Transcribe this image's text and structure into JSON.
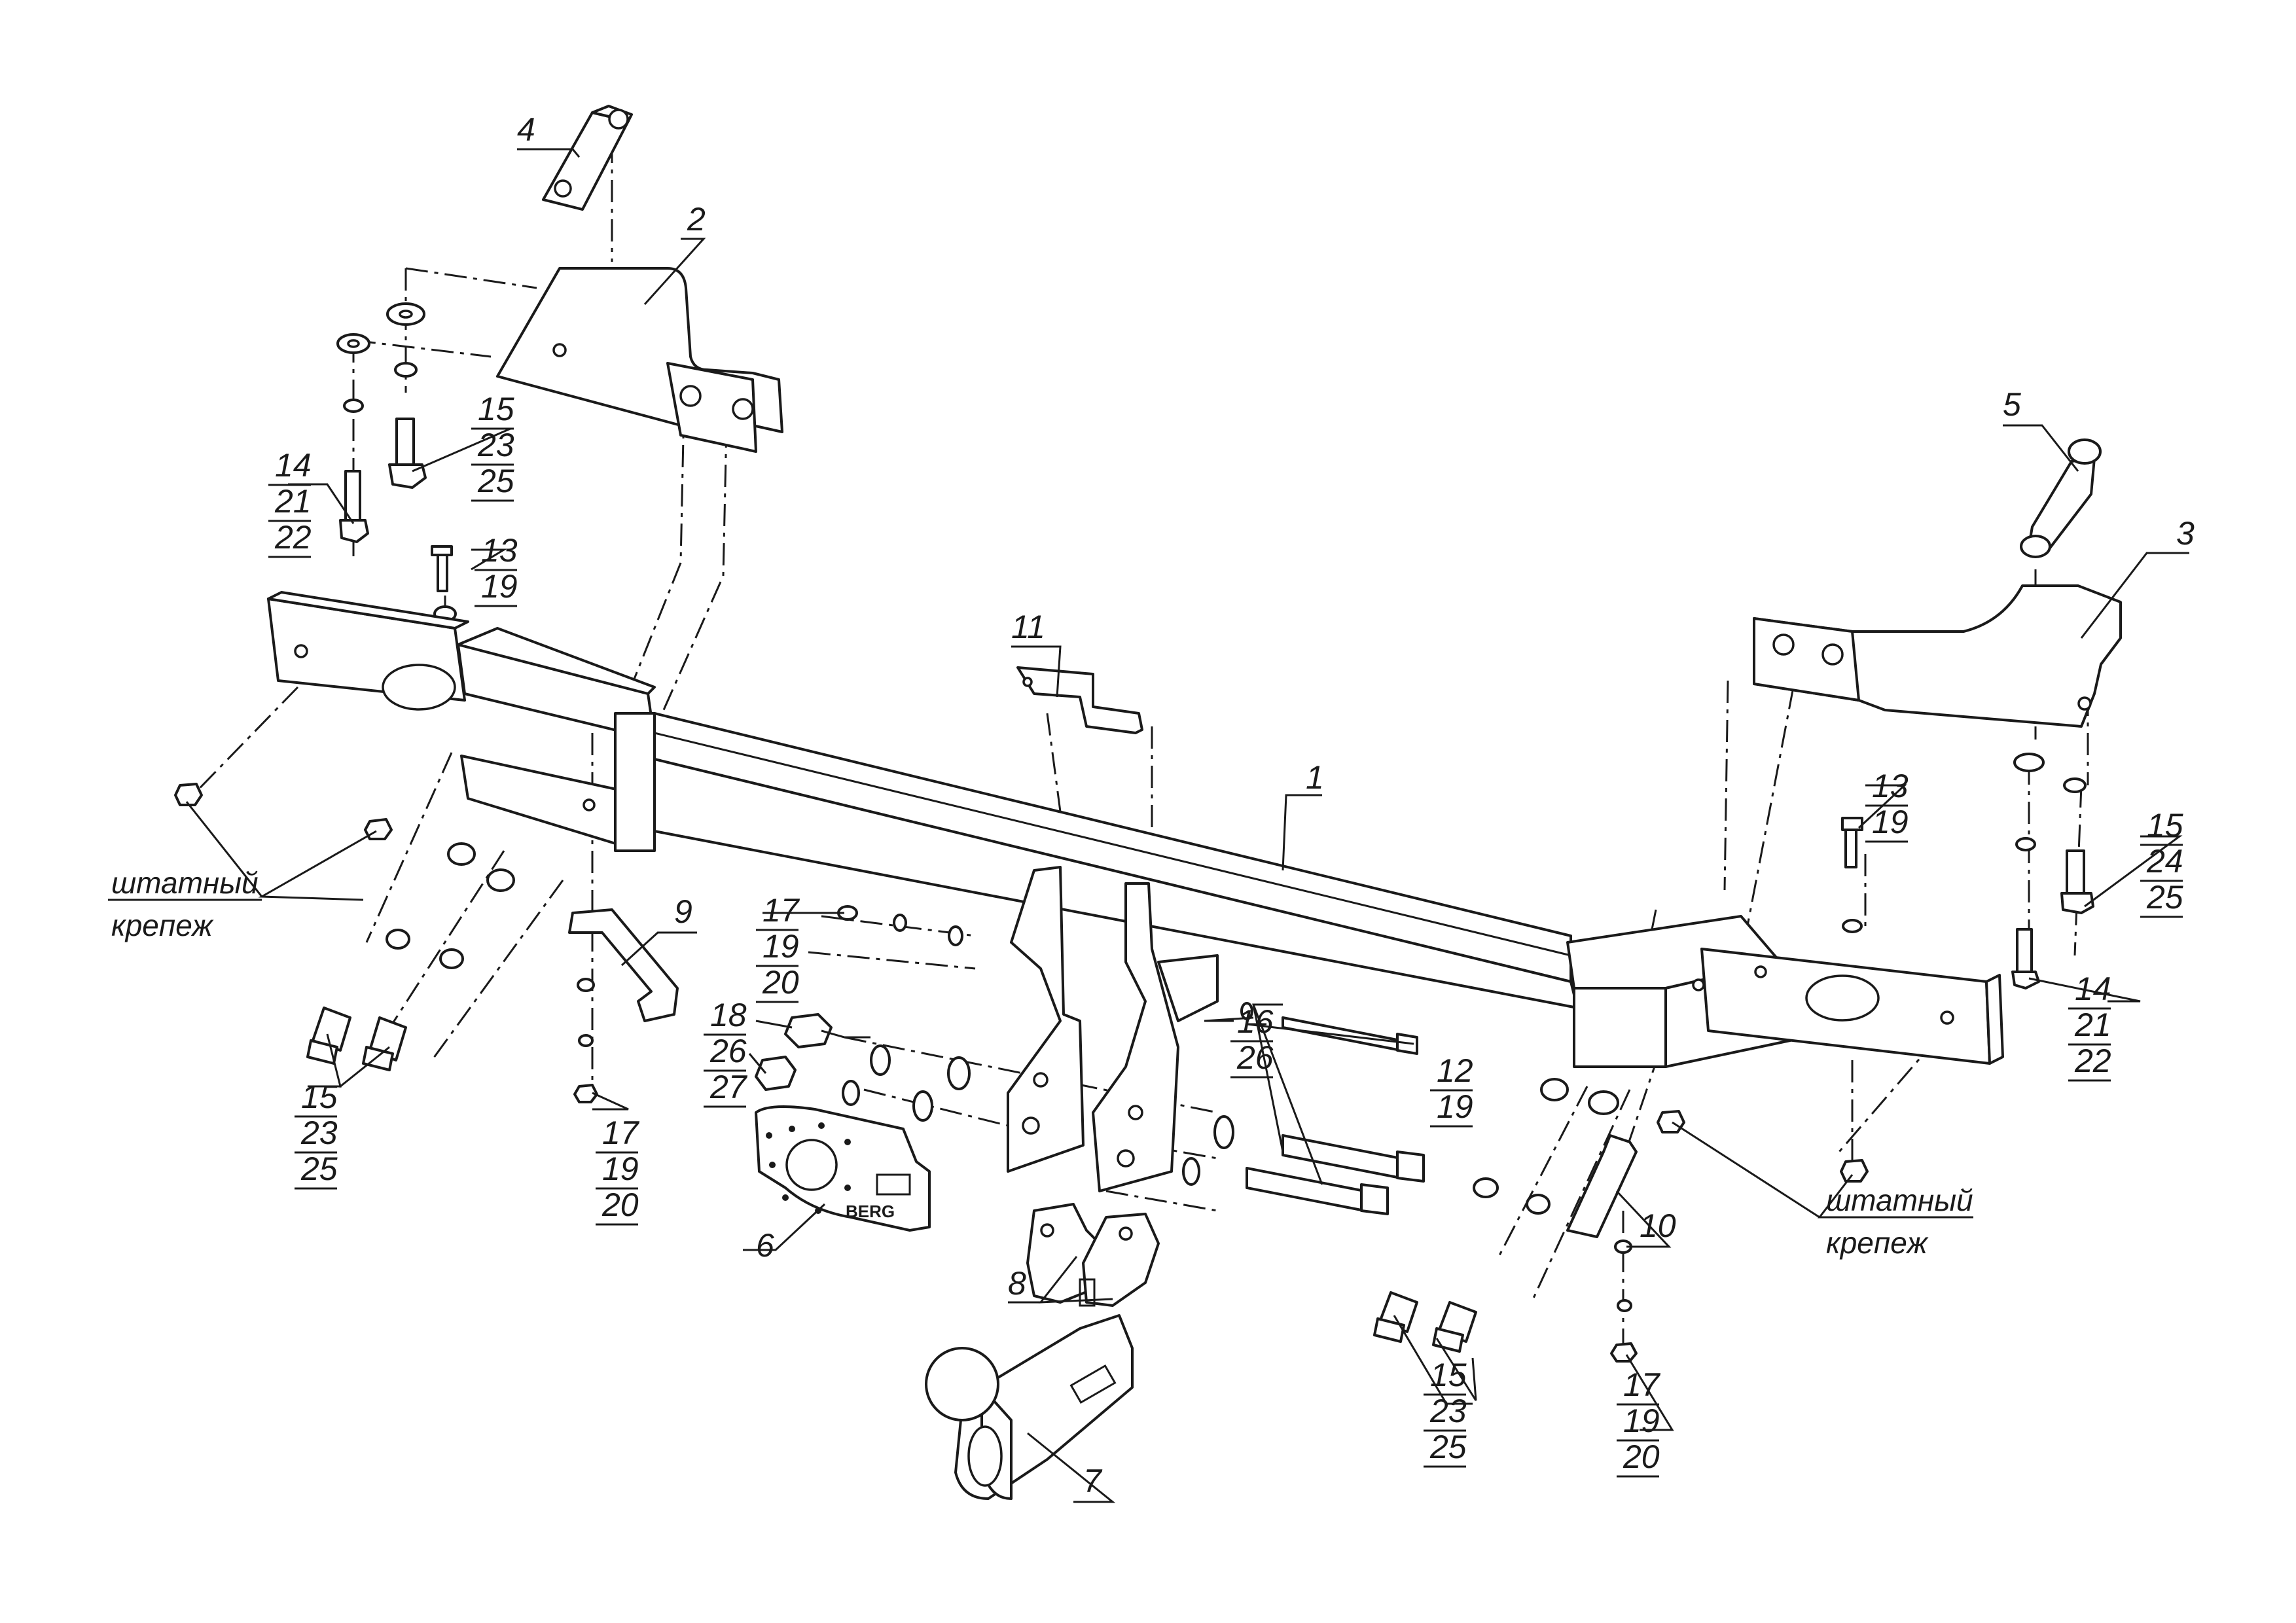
{
  "labels": {
    "p1": "1",
    "p2": "2",
    "p3": "3",
    "p4": "4",
    "p5": "5",
    "p6": "6",
    "p7": "7",
    "p8": "8",
    "p9": "9",
    "p10": "10",
    "p11": "11",
    "p12": [
      "12",
      "19"
    ],
    "p13a": [
      "13",
      "19"
    ],
    "p13b": [
      "13",
      "19"
    ],
    "p14a": [
      "14",
      "21",
      "22"
    ],
    "p14b": [
      "14",
      "21",
      "22"
    ],
    "p15a": [
      "15",
      "23",
      "25"
    ],
    "p15b": [
      "15",
      "24",
      "25"
    ],
    "p15c": [
      "15",
      "23",
      "25"
    ],
    "p15d": [
      "15",
      "23",
      "25"
    ],
    "p16": [
      "16",
      "26"
    ],
    "p17a": [
      "17",
      "19",
      "20"
    ],
    "p17b": [
      "17",
      "19",
      "20"
    ],
    "p17c": [
      "17",
      "19",
      "20"
    ],
    "p18": [
      "18",
      "26",
      "27"
    ]
  },
  "standard_fastener": [
    "штатный",
    "крепеж"
  ],
  "logo_text": "BERG"
}
